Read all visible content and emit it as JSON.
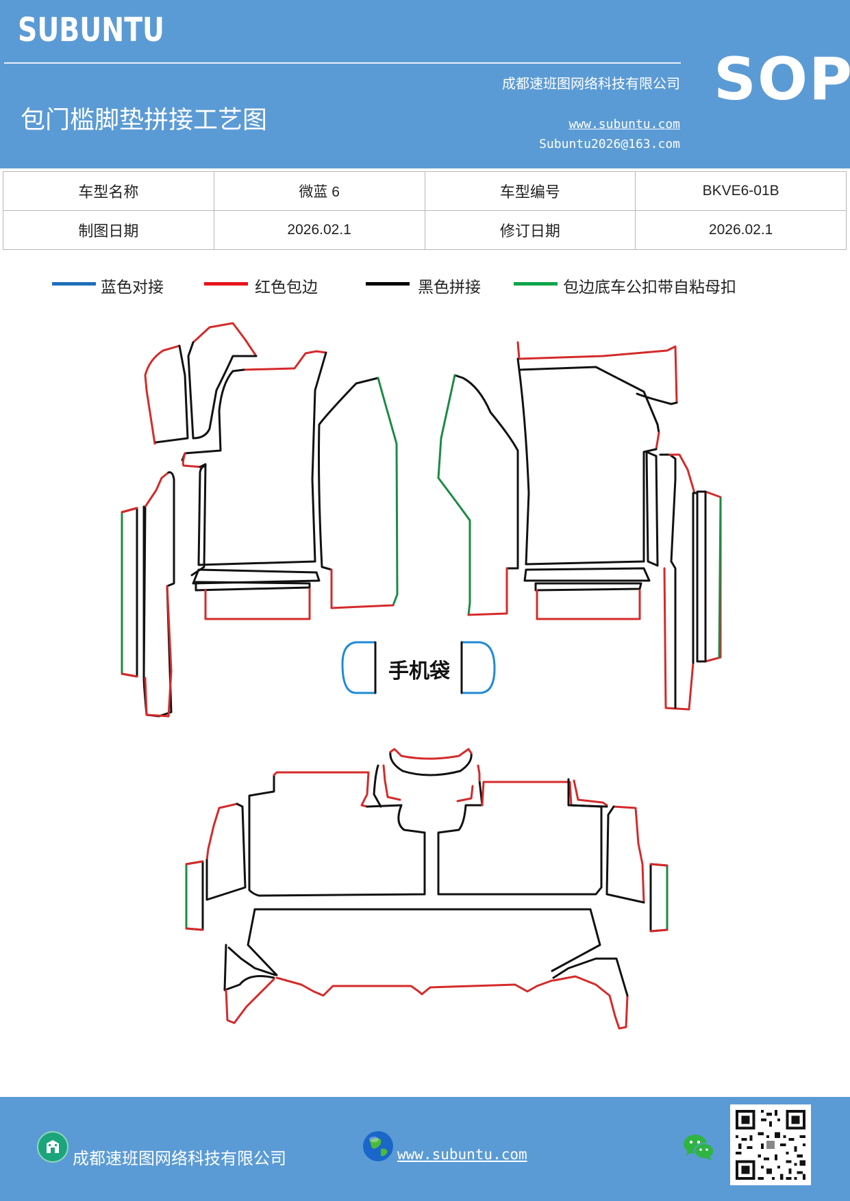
{
  "header": {
    "logo": "SUBUNTU",
    "company": "成都速班图网络科技有限公司",
    "title": "包门槛脚垫拼接工艺图",
    "website": "www.subuntu.com",
    "email": "Subuntu2026@163.com",
    "badge": "SOP"
  },
  "info": {
    "rows": [
      {
        "label1": "车型名称",
        "value1": "微蓝 6",
        "label2": "车型编号",
        "value2": "BKVE6-01B"
      },
      {
        "label1": "制图日期",
        "value1": "2026.02.1",
        "label2": "修订日期",
        "value2": "2026.02.1"
      }
    ]
  },
  "legend": [
    {
      "label": "蓝色对接",
      "color": "#1f6fba"
    },
    {
      "label": "红色包边",
      "color": "#e8141b"
    },
    {
      "label": "黑色拼接",
      "color": "#000000"
    },
    {
      "label": "包边底车公扣带自粘母扣",
      "color": "#0aa54a"
    }
  ],
  "diagram": {
    "phone_bag_label": "手机袋",
    "colors": {
      "blue": "#1f8ad6",
      "red": "#d42a2a",
      "black": "#111111",
      "green": "#1c8a45"
    }
  },
  "footer": {
    "company": "成都速班图网络科技有限公司",
    "website": "www.subuntu.com"
  }
}
